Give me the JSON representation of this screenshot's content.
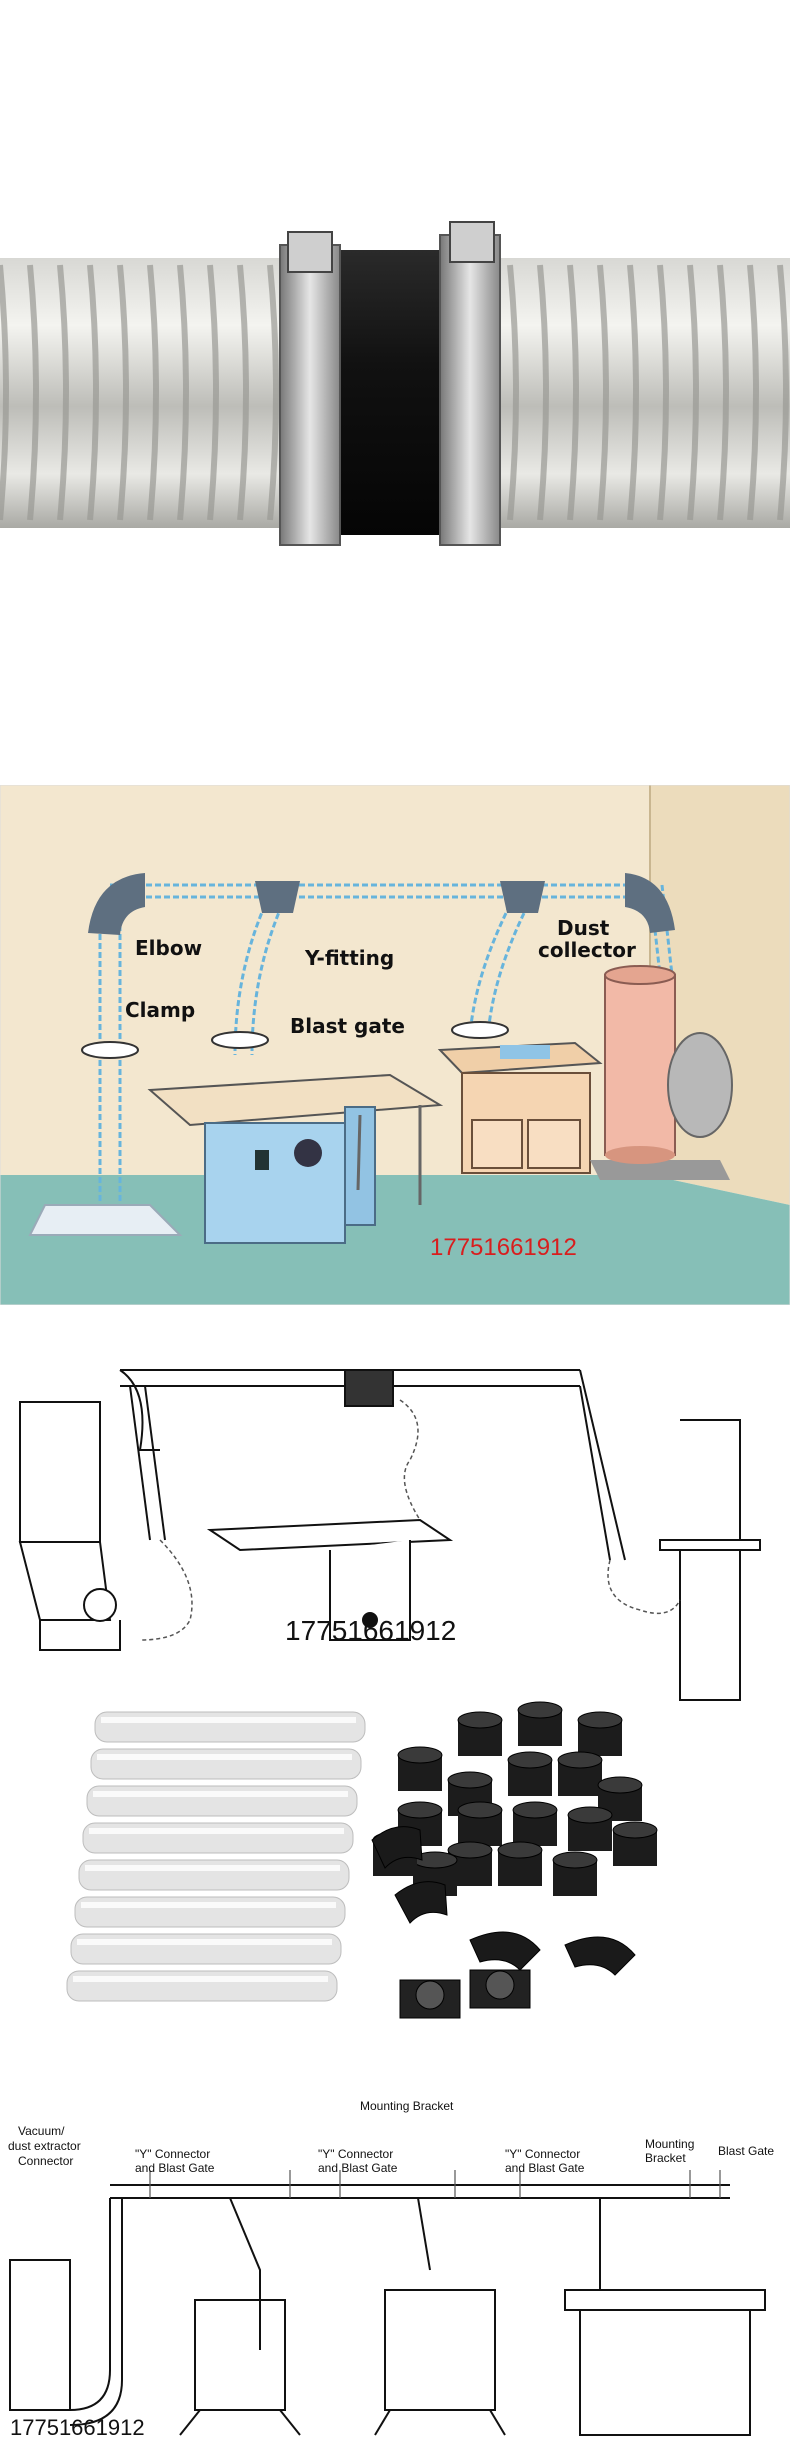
{
  "panels": {
    "hose_coupling": {},
    "shop_layout": {
      "labels": {
        "elbow": "Elbow",
        "clamp": "Clamp",
        "y_fitting": "Y-fitting",
        "blast_gate": "Blast gate",
        "dust_collector_1": "Dust",
        "dust_collector_2": "collector"
      },
      "phone": "17751661912"
    },
    "line_drawing": {
      "phone": "17751661912"
    },
    "parts_kit": {
      "tube_count": 8,
      "coupler_count": 18,
      "elbow_count": 4,
      "flange_count": 2
    },
    "detailed_diagram": {
      "labels": {
        "mounting_bracket_top": "Mounting Bracket",
        "vacuum_1": "Vacuum/",
        "vacuum_2": "dust extractor",
        "vacuum_3": "Connector",
        "y_connector_1a": "\"Y\" Connector",
        "y_connector_1b": "and Blast Gate",
        "y_connector_2a": "\"Y\" Connector",
        "y_connector_2b": "and Blast Gate",
        "y_connector_3a": "\"Y\" Connector",
        "y_connector_3b": "and Blast Gate",
        "mounting_bracket_right_1": "Mounting",
        "mounting_bracket_right_2": "Bracket",
        "blast_gate": "Blast Gate"
      },
      "phone": "17751661912"
    }
  }
}
